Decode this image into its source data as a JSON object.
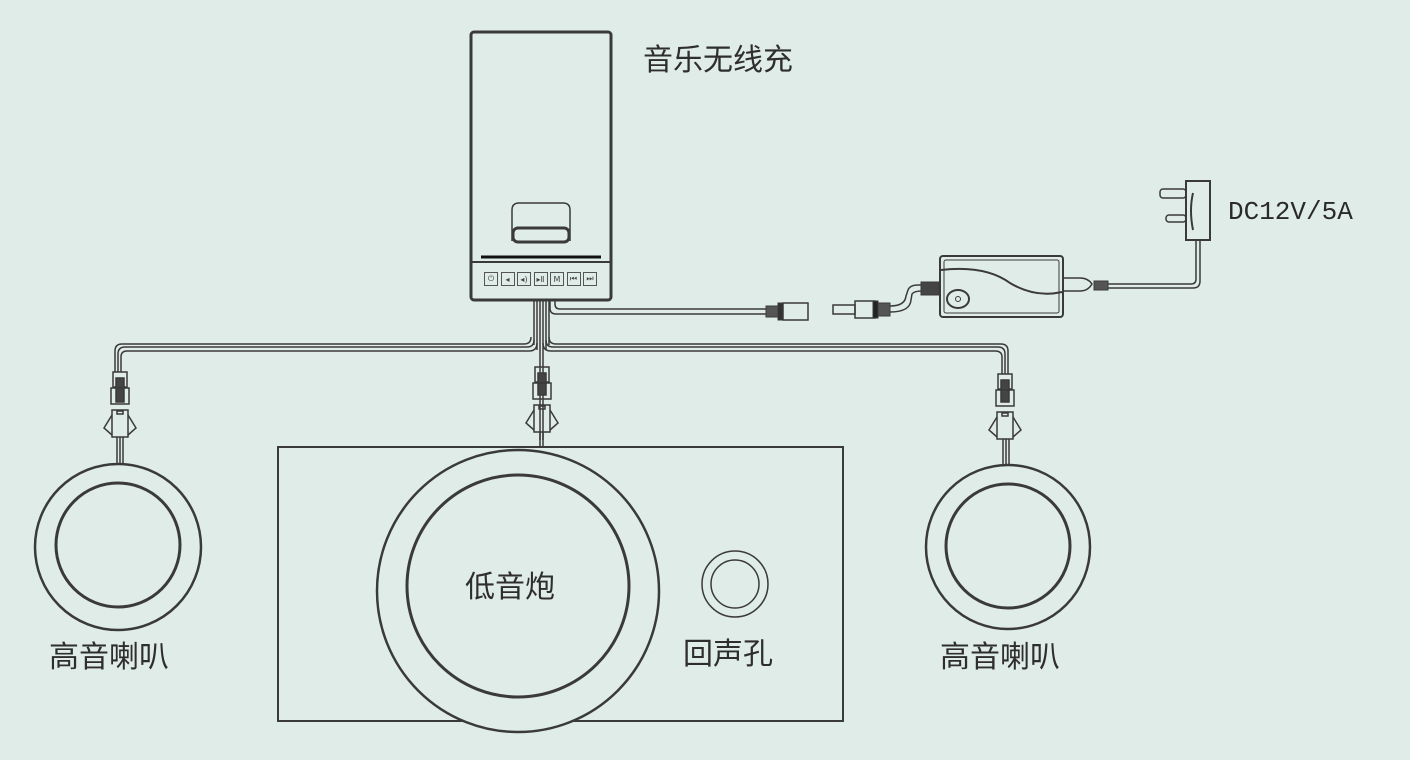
{
  "labels": {
    "main_unit": "音乐无线充",
    "adapter_rating": "DC12V/5A",
    "left_tweeter": "高音喇叭",
    "subwoofer": "低音炮",
    "bass_port": "回声孔",
    "right_tweeter": "高音喇叭"
  },
  "control_buttons": [
    {
      "icon": "power-icon",
      "glyph": "⏻"
    },
    {
      "icon": "volume-down-icon",
      "glyph": "◂"
    },
    {
      "icon": "volume-up-icon",
      "glyph": "◂)"
    },
    {
      "icon": "play-pause-icon",
      "glyph": "▸Ⅱ"
    },
    {
      "icon": "mode-icon",
      "glyph": "M"
    },
    {
      "icon": "previous-track-icon",
      "glyph": "⏮"
    },
    {
      "icon": "next-track-icon",
      "glyph": "⏭"
    }
  ],
  "colors": {
    "background": "#e0ece7",
    "line": "#3a3a3a"
  }
}
